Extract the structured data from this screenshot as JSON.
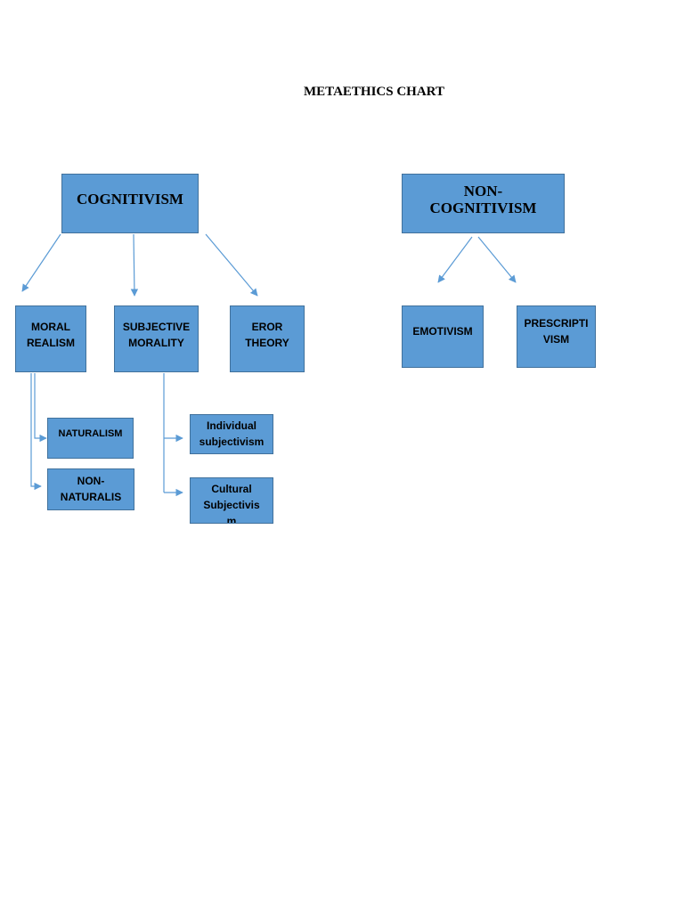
{
  "title": "METAETHICS CHART",
  "nodes": {
    "cognitivism": "COGNITIVISM",
    "non_cognitivism": "NON-\nCOGNITIVISM",
    "moral_realism": "MORAL\nREALISM",
    "subjective_morality": "SUBJECTIVE\nMORALITY",
    "error_theory": "EROR\nTHEORY",
    "emotivism": "EMOTIVISM",
    "prescriptivism": "PRESCRIPTI\nVISM",
    "naturalism": "NATURALISM",
    "non_naturalism": "NON-\nNATURALIS",
    "individual_subjectivism": "Individual\nsubjectivism",
    "cultural_subjectivism": "Cultural\nSubjectivis\nm"
  },
  "colors": {
    "box_fill": "#5b9bd5",
    "box_border": "#41719c",
    "connector": "#5b9bd5"
  }
}
